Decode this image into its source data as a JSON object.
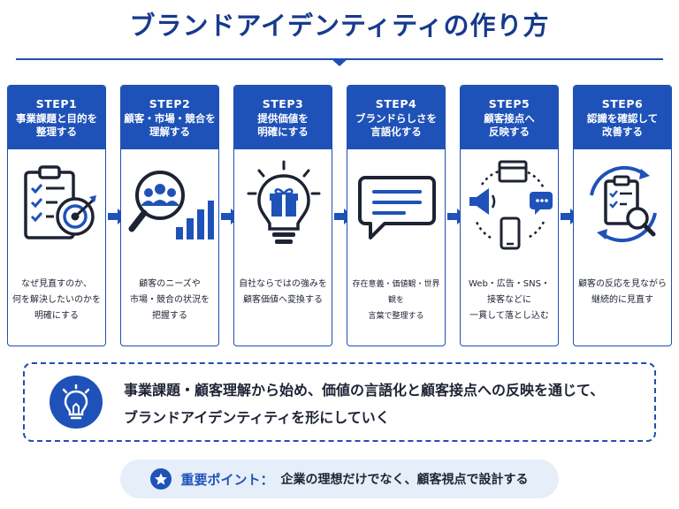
{
  "title": "ブランドアイデンティティの作り方",
  "steps": [
    {
      "num": "STEP1",
      "title": "事業課題と目的を\n整理する",
      "desc": "なぜ見直すのか、\n何を解決したいのかを\n明確にする",
      "icon": "clipboard-target-icon"
    },
    {
      "num": "STEP2",
      "title": "顧客・市場・競合を\n理解する",
      "desc": "顧客のニーズや\n市場・競合の状況を\n把握する",
      "icon": "magnifier-people-chart-icon"
    },
    {
      "num": "STEP3",
      "title": "提供価値を\n明確にする",
      "desc": "自社ならではの強みを\n顧客価値へ変換する",
      "icon": "lightbulb-gift-icon"
    },
    {
      "num": "STEP4",
      "title": "ブランドらしさを\n言語化する",
      "desc": "存在意義・価値観・世界観を\n言葉で整理する",
      "icon": "speech-bubble-icon"
    },
    {
      "num": "STEP5",
      "title": "顧客接点へ\n反映する",
      "desc": "Web・広告・SNS・\n接客などに\n一貫して落とし込む",
      "icon": "touchpoints-cycle-icon"
    },
    {
      "num": "STEP6",
      "title": "認識を確認して\n改善する",
      "desc": "顧客の反応を見ながら\n継続的に見直す",
      "icon": "clipboard-refresh-icon"
    }
  ],
  "summary": {
    "text": "事業課題・顧客理解から始め、価値の言語化と顧客接点への反映を通じて、\nブランドアイデンティティを形にしていく",
    "icon": "lightbulb-icon"
  },
  "point": {
    "label": "重要ポイント：",
    "text": "企業の理想だけでなく、顧客視点で設計する",
    "icon": "star-icon"
  },
  "colors": {
    "primary": "#1f52b8",
    "title": "#173a8c",
    "light": "#e6eefa"
  }
}
